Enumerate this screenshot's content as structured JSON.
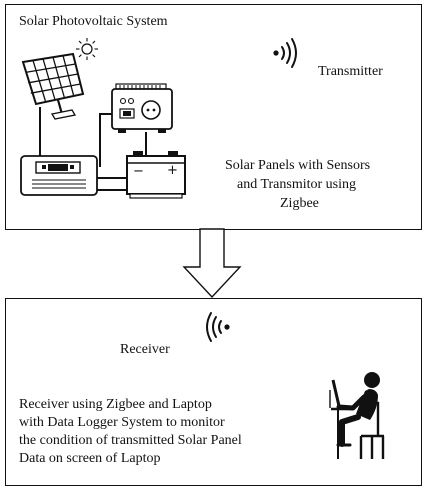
{
  "top_panel": {
    "title": "Solar Photovoltaic System",
    "transmitter_label": "Transmitter",
    "description_lines": [
      "Solar Panels with Sensors",
      "and Transmitor using",
      "Zigbee"
    ],
    "icons": [
      "sun-icon",
      "solar-panel-icon",
      "inverter-icon",
      "battery-icon",
      "charge-controller-icon",
      "transmit-signal-icon"
    ]
  },
  "bottom_panel": {
    "receiver_label": "Receiver",
    "description_lines": [
      "Receiver using Zigbee and Laptop",
      "with Data Logger System to monitor",
      "the condition of transmitted Solar Panel",
      "Data on screen of Laptop"
    ],
    "icons": [
      "receive-signal-icon",
      "person-at-laptop-icon"
    ]
  },
  "battery_terminals": {
    "negative": "−",
    "positive": "+"
  }
}
